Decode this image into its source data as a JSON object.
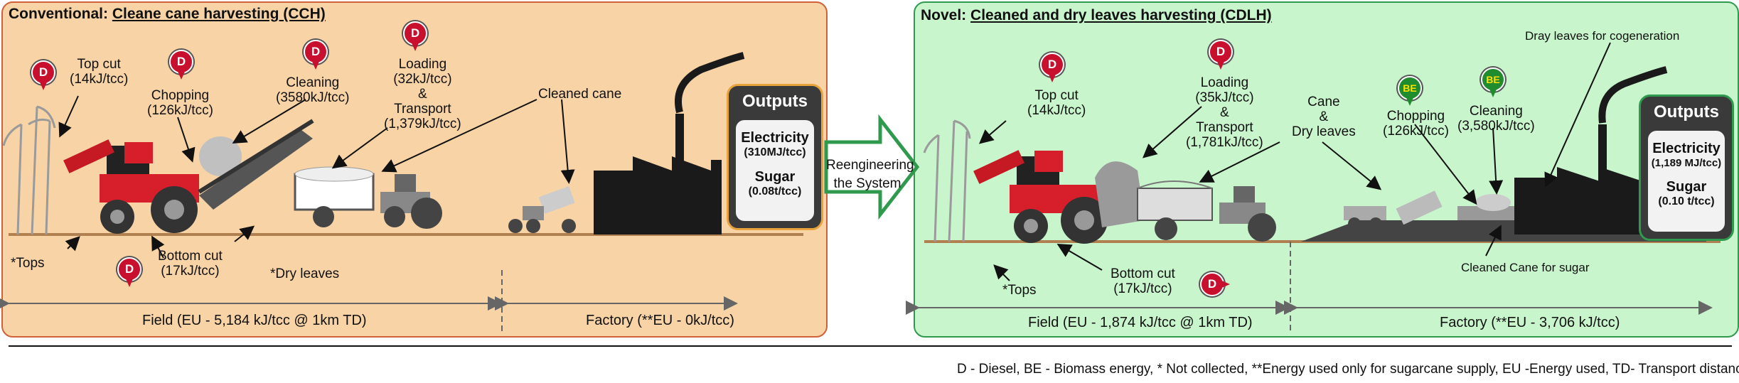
{
  "conventional": {
    "title_prefix": "Conventional:",
    "title_main": "Cleane cane harvesting (CCH)",
    "top_cut": [
      "Top cut",
      "(14kJ/tcc)"
    ],
    "chopping": [
      "Chopping",
      "(126kJ/tcc)"
    ],
    "cleaning": [
      "Cleaning",
      "(3580kJ/tcc)"
    ],
    "loading": [
      "Loading",
      "(32kJ/tcc)",
      "&",
      "Transport",
      "(1,379kJ/tcc)"
    ],
    "cleaned_cane": "Cleaned cane",
    "bottom_cut": [
      "Bottom cut",
      "(17kJ/tcc)"
    ],
    "tops": "*Tops",
    "dry_leaves": "*Dry leaves",
    "outputs": {
      "title": "Outputs",
      "electricity": "Electricity",
      "electricity_value": "(310MJ/tcc)",
      "sugar": "Sugar",
      "sugar_value": "(0.08t/tcc)"
    },
    "field_axis": "Field (EU - 5,184 kJ/tcc @ 1km TD)",
    "factory_axis": "Factory (**EU - 0kJ/tcc)"
  },
  "arrow": {
    "line1": "Reengineering",
    "line2": "the System"
  },
  "novel": {
    "title_prefix": "Novel:",
    "title_main": "Cleaned and dry leaves harvesting (CDLH)",
    "top_cut": [
      "Top cut",
      "(14kJ/tcc)"
    ],
    "loading": [
      "Loading",
      "(35kJ/tcc)",
      "&",
      "Transport",
      "(1,781kJ/tcc)"
    ],
    "cane_dry": [
      "Cane",
      "&",
      "Dry leaves"
    ],
    "chopping": [
      "Chopping",
      "(126kJ/tcc)"
    ],
    "cleaning": [
      "Cleaning",
      "(3,580kJ/tcc)"
    ],
    "dry_cogen": "Dray leaves for cogeneration",
    "cleaned_sugar": "Cleaned Cane for sugar",
    "bottom_cut": [
      "Bottom cut",
      "(17kJ/tcc)"
    ],
    "tops": "*Tops",
    "outputs": {
      "title": "Outputs",
      "electricity": "Electricity",
      "electricity_value": "(1,189 MJ/tcc)",
      "sugar": "Sugar",
      "sugar_value": "(0.10 t/tcc)"
    },
    "field_axis": "Field (EU - 1,874 kJ/tcc @ 1km TD)",
    "factory_axis": "Factory (**EU - 3,706 kJ/tcc)"
  },
  "pins": {
    "diesel": "D",
    "biomass": "BE"
  },
  "footer": "D - Diesel,  BE - Biomass energy, * Not collected, **Energy used only for sugarcane supply,  EU -Energy used, TD- Transport distance",
  "colors": {
    "conv_bg": "#f8d3a6",
    "novel_bg": "#c9f5cd",
    "diesel_pin": "#c8102e",
    "biomass_pin": "#1f8c2e",
    "arrow": "#2f9a4e"
  }
}
